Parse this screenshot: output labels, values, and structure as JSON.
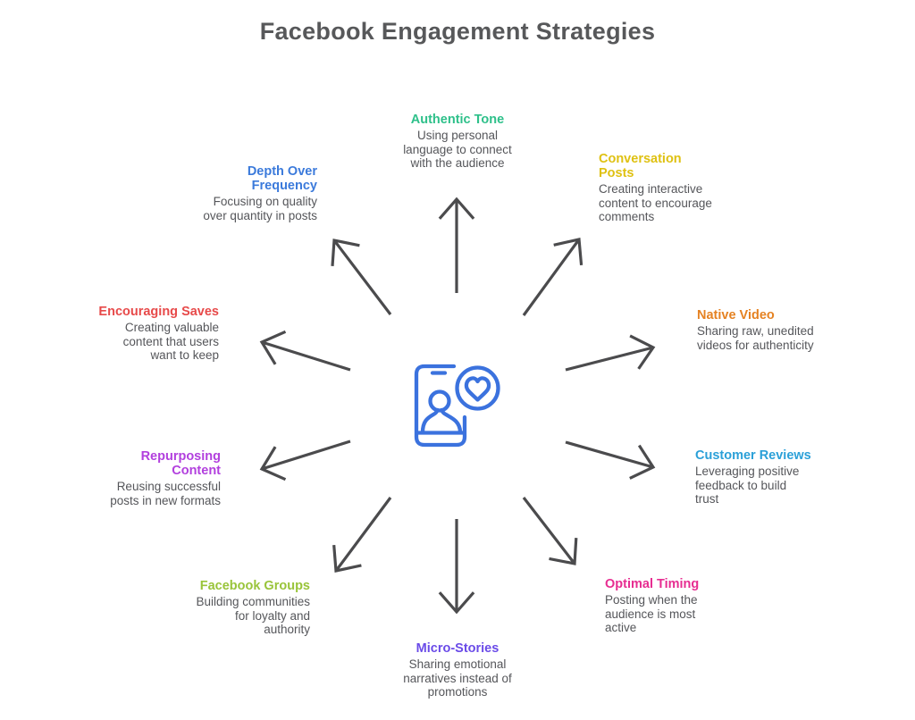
{
  "page": {
    "title": "Facebook Engagement Strategies",
    "title_color": "#57585a",
    "background_color": "#ffffff"
  },
  "colors": {
    "arrow": "#4b4b4d",
    "body_text": "#55565a",
    "center_icon": "#3b72de"
  },
  "center_icon": "smartphone-with-heart-reaction-icon",
  "spokes": [
    {
      "id": "authentic-tone",
      "title": "Authentic Tone",
      "description": "Using personal\nlanguage to connect\nwith the audience",
      "color": "#2ec08a"
    },
    {
      "id": "conversation-posts",
      "title": "Conversation\nPosts",
      "description": "Creating interactive\ncontent to encourage\ncomments",
      "color": "#dfc112"
    },
    {
      "id": "native-video",
      "title": "Native Video",
      "description": "Sharing raw, unedited\nvideos for authenticity",
      "color": "#e58222"
    },
    {
      "id": "customer-reviews",
      "title": "Customer Reviews",
      "description": "Leveraging positive\nfeedback to build\ntrust",
      "color": "#2ba0d8"
    },
    {
      "id": "optimal-timing",
      "title": "Optimal Timing",
      "description": "Posting when the\naudience is most\nactive",
      "color": "#e72d91"
    },
    {
      "id": "micro-stories",
      "title": "Micro-Stories",
      "description": "Sharing emotional\nnarratives instead of\npromotions",
      "color": "#6a4be8"
    },
    {
      "id": "facebook-groups",
      "title": "Facebook Groups",
      "description": "Building communities\nfor loyalty and\nauthority",
      "color": "#99c43a"
    },
    {
      "id": "repurposing-content",
      "title": "Repurposing\nContent",
      "description": "Reusing successful\nposts in new formats",
      "color": "#b240de"
    },
    {
      "id": "encouraging-saves",
      "title": "Encouraging Saves",
      "description": "Creating valuable\ncontent that users\nwant to keep",
      "color": "#e74a4a"
    },
    {
      "id": "depth-over-frequency",
      "title": "Depth Over\nFrequency",
      "description": "Focusing on quality\nover quantity in posts",
      "color": "#3b7adb"
    }
  ]
}
